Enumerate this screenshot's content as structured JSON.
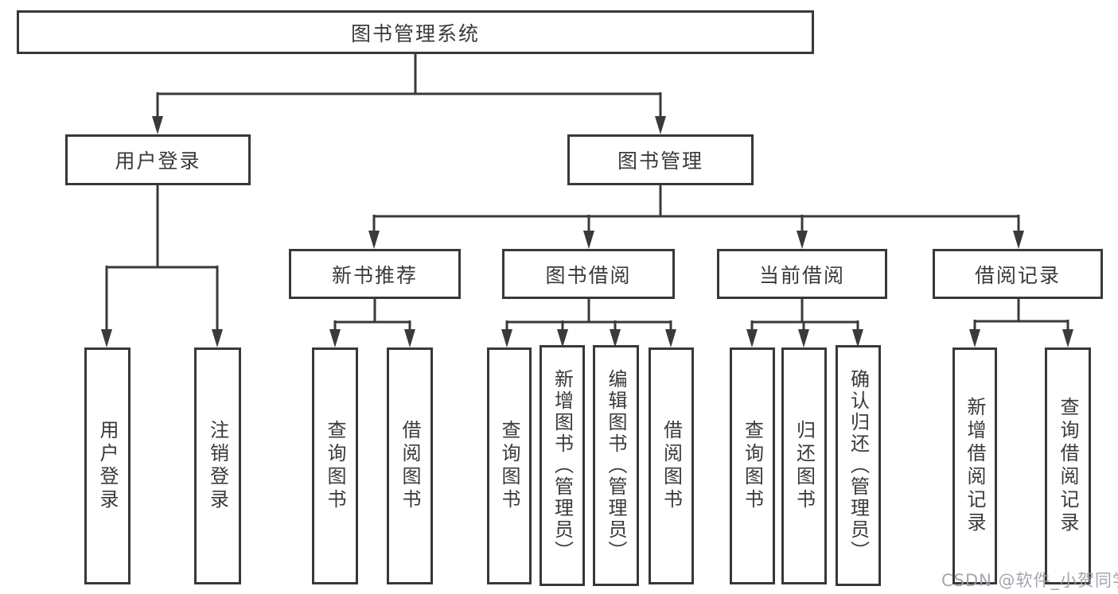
{
  "diagram": {
    "root": {
      "label": "图书管理系统"
    },
    "level2": [
      {
        "id": "user-login",
        "label": "用户登录"
      },
      {
        "id": "book-management",
        "label": "图书管理"
      }
    ],
    "level3": [
      {
        "id": "new-book-recommend",
        "label": "新书推荐"
      },
      {
        "id": "book-borrow",
        "label": "图书借阅"
      },
      {
        "id": "current-borrow",
        "label": "当前借阅"
      },
      {
        "id": "borrow-records",
        "label": "借阅记录"
      }
    ],
    "leaves": [
      {
        "id": "user-login-leaf",
        "parent": "user-login",
        "label": "用户登录"
      },
      {
        "id": "logout-leaf",
        "parent": "user-login",
        "label": "注销登录"
      },
      {
        "id": "query-book-recommend",
        "parent": "new-book-recommend",
        "label": "查询图书"
      },
      {
        "id": "borrow-book-recommend",
        "parent": "new-book-recommend",
        "label": "借阅图书"
      },
      {
        "id": "query-book-borrow",
        "parent": "book-borrow",
        "label": "查询图书"
      },
      {
        "id": "add-book-admin",
        "parent": "book-borrow",
        "label": "新增图书（管理员）"
      },
      {
        "id": "edit-book-admin",
        "parent": "book-borrow",
        "label": "编辑图书（管理员）"
      },
      {
        "id": "borrow-book",
        "parent": "book-borrow",
        "label": "借阅图书"
      },
      {
        "id": "query-book-current",
        "parent": "current-borrow",
        "label": "查询图书"
      },
      {
        "id": "return-book",
        "parent": "current-borrow",
        "label": "归还图书"
      },
      {
        "id": "confirm-return-admin",
        "parent": "current-borrow",
        "label": "确认归还（管理员）"
      },
      {
        "id": "add-borrow-record",
        "parent": "borrow-records",
        "label": "新增借阅记录"
      },
      {
        "id": "query-borrow-record",
        "parent": "borrow-records",
        "label": "查询借阅记录"
      }
    ],
    "watermark": "CSDN @软件_小贺同学",
    "colors": {
      "line": "#3a3a3a",
      "border": "#383838",
      "text": "#3a3a3a",
      "watermark": "#9aa0a8",
      "background": "#ffffff"
    }
  }
}
